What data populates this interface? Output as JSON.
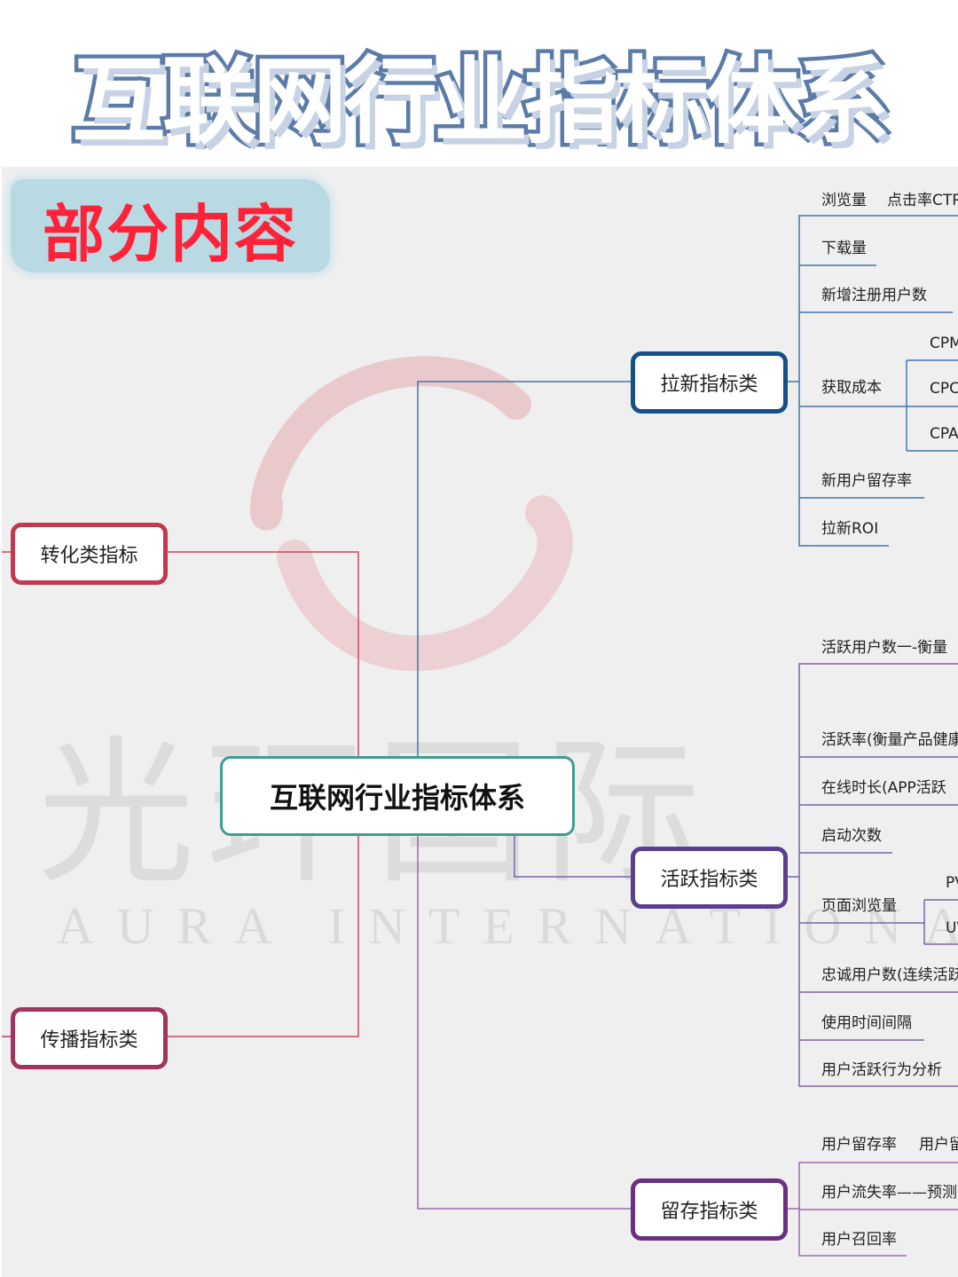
{
  "title": "互联网行业指标体系",
  "badge": "部分内容",
  "watermark": {
    "cn": "光环国际",
    "en": "AURA INTERNATIONAL"
  },
  "center": "互联网行业指标体系",
  "categories": {
    "acquisition": "拉新指标类",
    "activity": "活跃指标类",
    "retention": "留存指标类",
    "conversion": "转化类指标",
    "spread": "传播指标类"
  },
  "acquisition_items": {
    "views": "浏览量",
    "ctr": "点击率CTR",
    "downloads": "下载量",
    "new_registrations": "新增注册用户数",
    "cost": "获取成本",
    "cpm": "CPM",
    "cpc": "CPC",
    "cpa": "CPA",
    "new_user_retention": "新用户留存率",
    "roi": "拉新ROI"
  },
  "activity_items": {
    "active_users": "活跃用户数一-衡量",
    "active_rate": "活跃率(衡量产品健康",
    "online_time": "在线时长(APP活跃",
    "launches": "启动次数",
    "page_views": "页面浏览量",
    "pv": "PV",
    "uv": "UV",
    "loyal_users": "忠诚用户数(连续活跃",
    "usage_interval": "使用时间间隔",
    "behavior_analysis": "用户活跃行为分析"
  },
  "retention_items": {
    "retention_rate": "用户留存率",
    "retention_extra": "用户留",
    "churn": "用户流失率——预测",
    "recall": "用户召回率"
  },
  "colors": {
    "title_stroke": "#5b7ba8",
    "badge_bg": "#b9dae3",
    "badge_text": "#ff2238",
    "center_border": "#3c9e92",
    "acquisition": "#16508a",
    "activity": "#5a3f8d",
    "retention": "#6a2f82",
    "conversion": "#c2394e",
    "spread": "#a0345c"
  }
}
